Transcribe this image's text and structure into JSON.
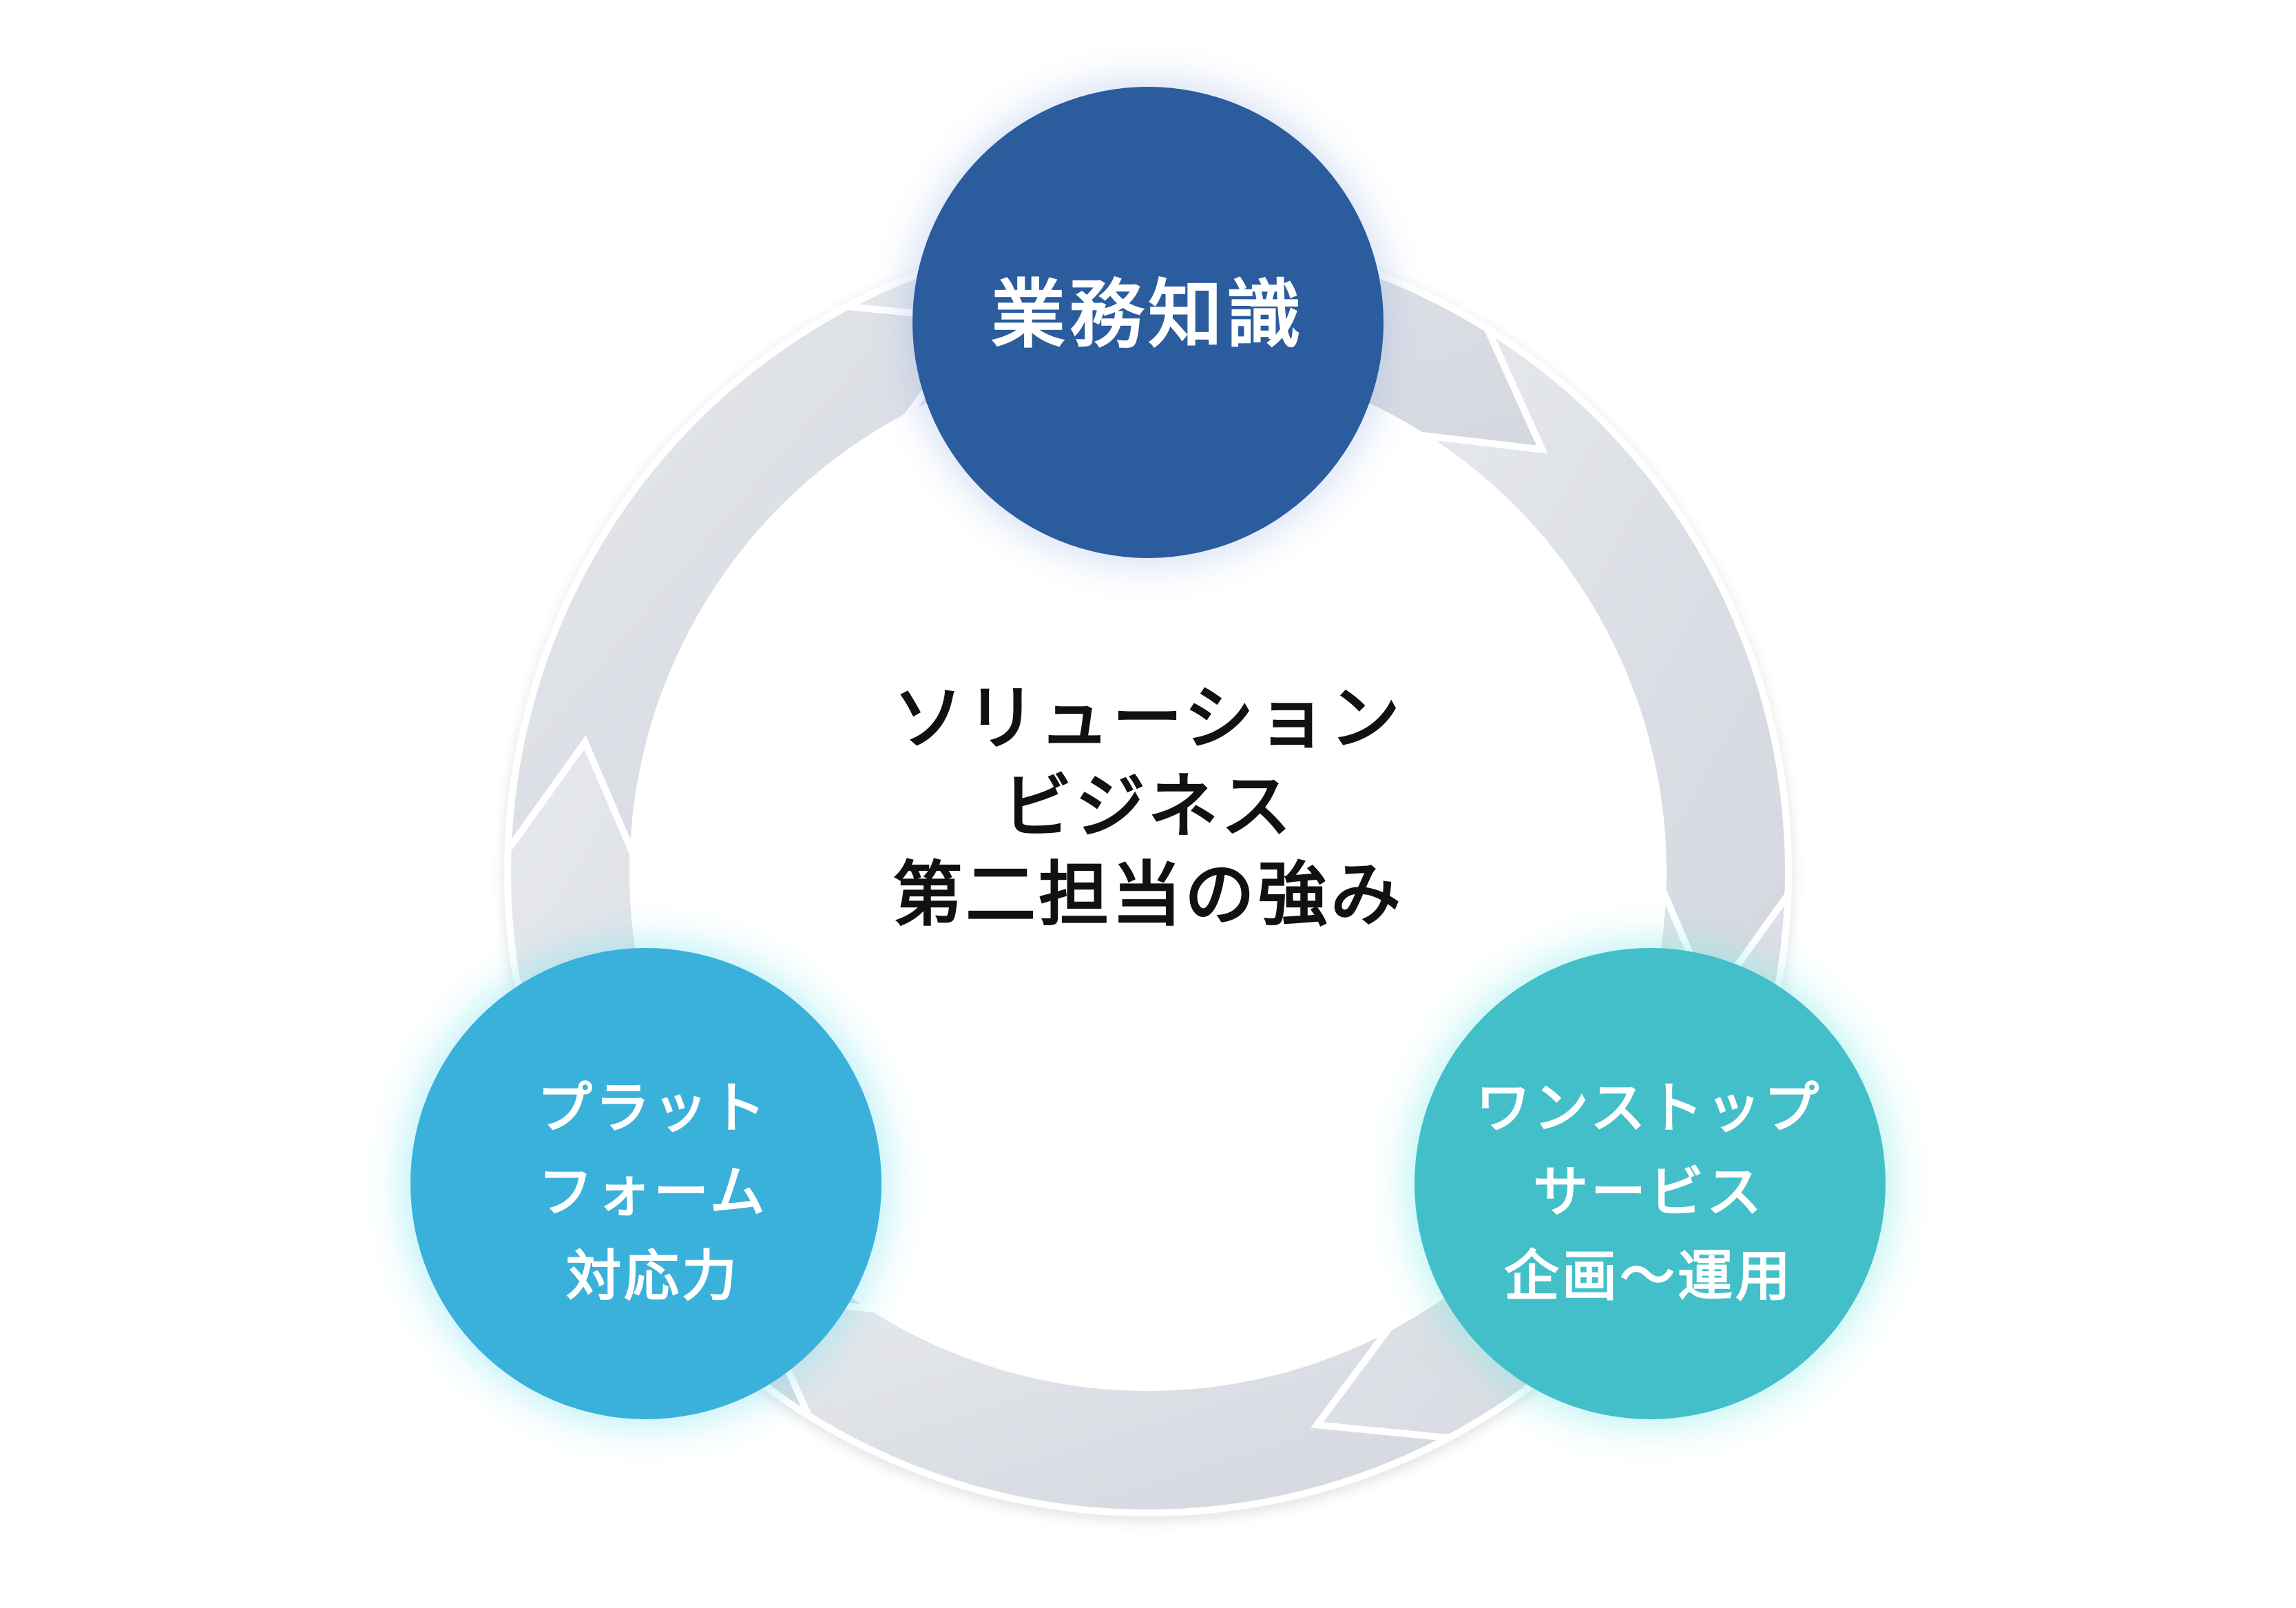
{
  "center": {
    "lines": [
      "ソリューション",
      "ビジネス",
      "第二担当の強み"
    ]
  },
  "nodes": {
    "top": {
      "lines": [
        "業務知識"
      ],
      "color": "#2B5C9E"
    },
    "left": {
      "lines": [
        "プラット",
        "フォーム",
        "対応力"
      ],
      "color": "#3AB1DA"
    },
    "right": {
      "lines": [
        "ワンストップ",
        "サービス",
        "企画〜運用"
      ],
      "color": "#43BFC9"
    }
  },
  "ring": {
    "color": "#E3E5EA",
    "shade": "#D2D5DC"
  }
}
